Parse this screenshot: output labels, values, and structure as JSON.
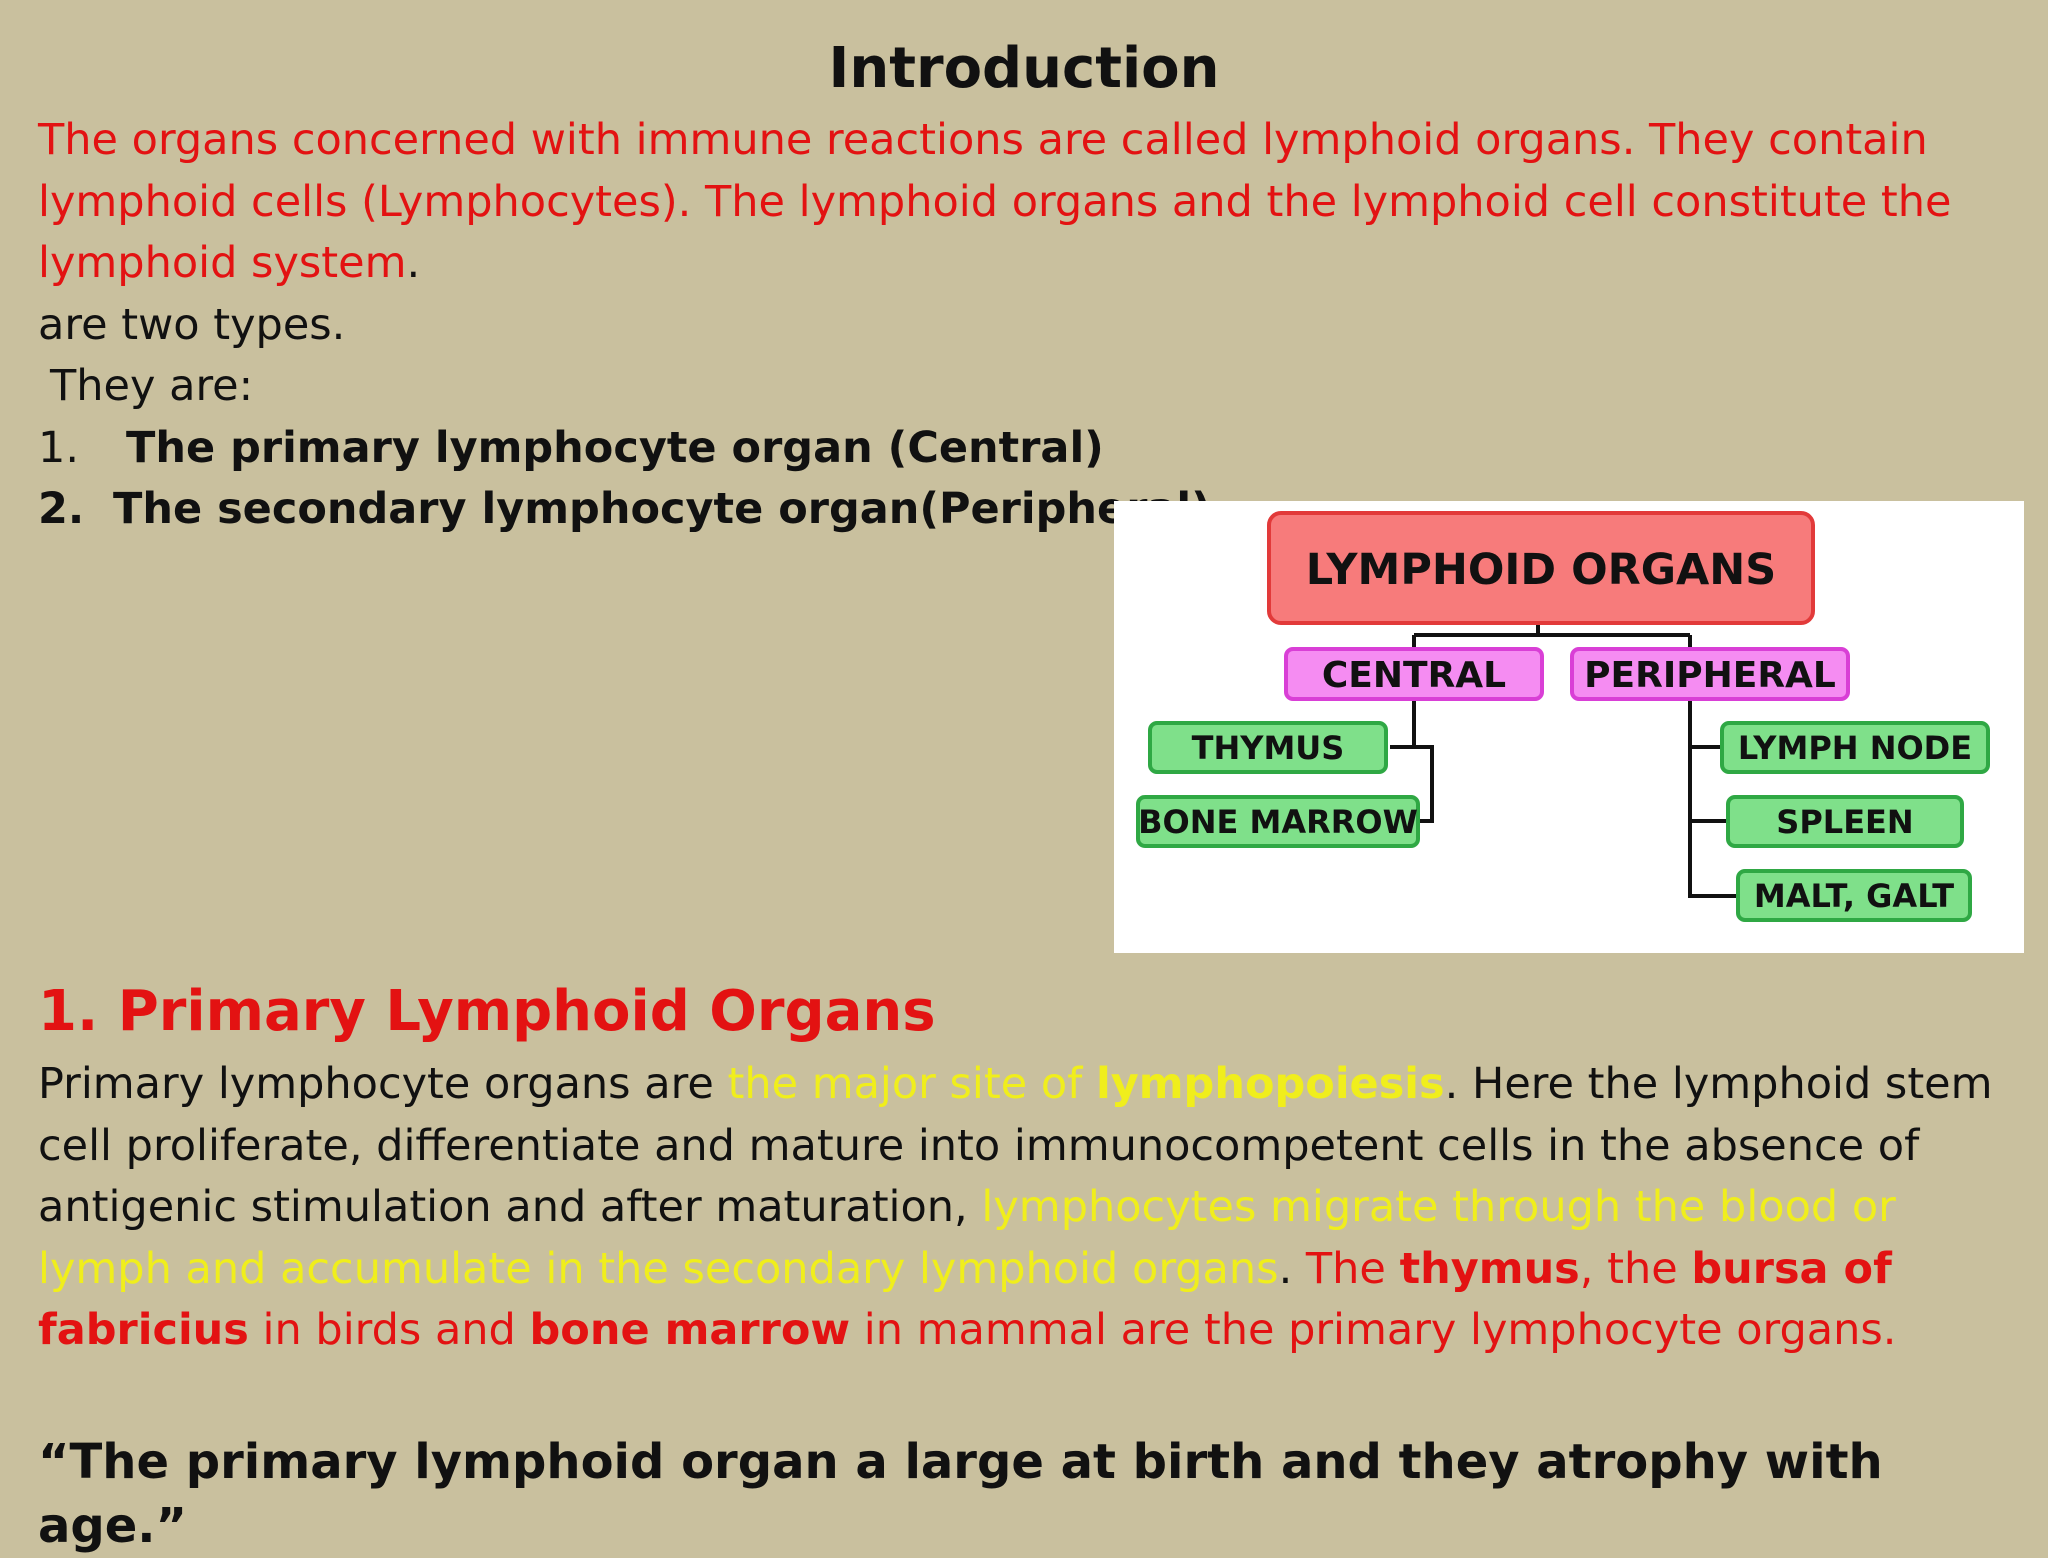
{
  "slide": {
    "title": "Introduction",
    "intro": {
      "red_text": "The organs concerned with immune reactions are called lymphoid organs. They contain lymphoid cells (Lymphocytes). The lymphoid organs and the lymphoid cell constitute the lymphoid system",
      "period": ".",
      "line2": "are two types.",
      "line3": "They are:",
      "list": [
        {
          "num": "1.",
          "text": "The primary lymphocyte organ (Central)"
        },
        {
          "num": "2.",
          "text": "The secondary lymphocyte organ(Peripheral)"
        }
      ]
    },
    "section_heading": "1. Primary Lymphoid Organs",
    "paragraph": {
      "p1": "Primary lymphocyte organs are ",
      "y1": "the major site of ",
      "y1b": "lymphopoiesis",
      "p2": ". Here the lymphoid stem cell proliferate, differentiate and mature into immunocompetent cells in the absence of antigenic stimulation and after maturation, ",
      "y2": "lymphocytes migrate through the blood or lymph and accumulate in the secondary lymphoid organs",
      "p3": ". ",
      "r1": "The ",
      "r1b": "thymus",
      "r2": ", the ",
      "r2b": "bursa of fabricius",
      "r3": " in birds and ",
      "r3b": "bone marrow",
      "r4": " in mammal are the primary lymphocyte organs."
    },
    "quote": "“The primary lymphoid organ a large at birth and they atrophy with age.”"
  },
  "diagram": {
    "root": "LYMPHOID ORGANS",
    "branches": [
      {
        "label": "CENTRAL",
        "children": [
          "THYMUS",
          "BONE MARROW"
        ]
      },
      {
        "label": "PERIPHERAL",
        "children": [
          "LYMPH NODE",
          "SPLEEN",
          "MALT, GALT"
        ]
      }
    ],
    "colors": {
      "root_fill": "#f77b7b",
      "root_stroke": "#e23a3a",
      "branch_fill": "#f58cf2",
      "branch_stroke": "#d93fd6",
      "leaf_fill": "#7fe08a",
      "leaf_stroke": "#2fa844",
      "text_red": "#e31212",
      "text_yellow": "#f0ee1c"
    }
  }
}
